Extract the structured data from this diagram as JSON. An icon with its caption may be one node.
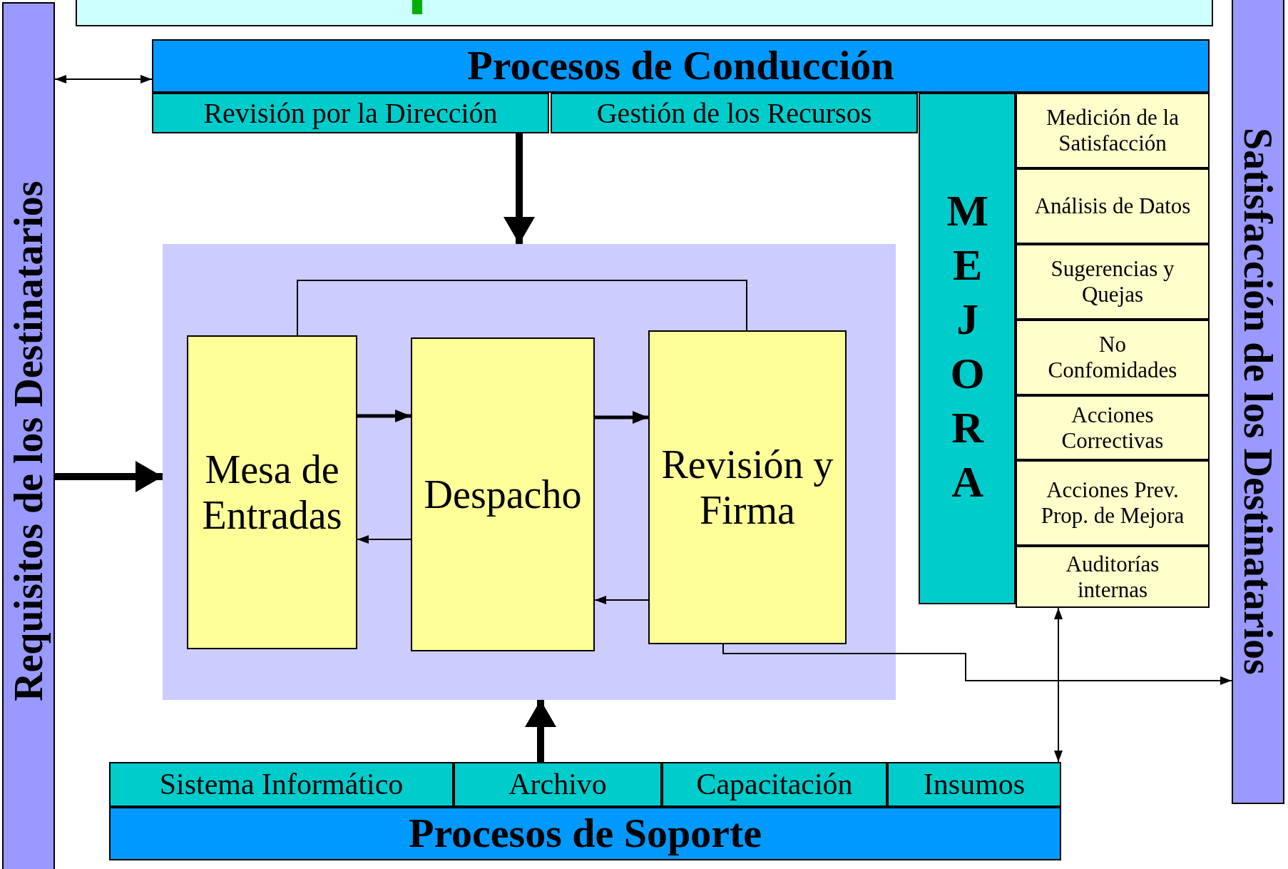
{
  "diagram": {
    "nodes": [
      {
        "text": [],
        "shape": "box"
      },
      {
        "text": [
          "Requisitos de los Destinatarios"
        ]
      },
      {
        "text": [
          "Procesos de Conducción"
        ]
      },
      {
        "text": [
          "Revisión por la Dirección"
        ]
      },
      {
        "text": [
          "Gestión de los Recursos"
        ]
      },
      {
        "text": [
          "MEJORA"
        ]
      },
      {
        "text": [
          "Medición de la Satisfacción"
        ]
      },
      {
        "text": [
          "Análisis de Datos"
        ]
      },
      {
        "text": [
          "Sugerencias y Quejas"
        ]
      },
      {
        "text": [
          "No Confomidades"
        ]
      },
      {
        "text": [
          "Acciones Correctivas"
        ]
      },
      {
        "text": [
          "Acciones Prev. Prop. de Mejora"
        ]
      },
      {
        "text": [
          "Auditorías internas"
        ]
      },
      {
        "text": [
          "Satisfacción de los Destinatarios"
        ]
      },
      {
        "text": [],
        "shape": "box"
      },
      {
        "text": [
          "Mesa de Entradas"
        ],
        "in": 14
      },
      {
        "text": [
          "Despacho"
        ],
        "in": 14
      },
      {
        "text": [
          "Revisión y Firma"
        ],
        "in": 14
      },
      {
        "text": [
          "Sistema  Informático"
        ]
      },
      {
        "text": [
          "Archivo"
        ]
      },
      {
        "text": [
          "Capacitación"
        ]
      },
      {
        "text": [
          "Insumos"
        ]
      },
      {
        "text": [
          "Procesos de Soporte"
        ]
      }
    ],
    "edges": [
      {
        "from": 1,
        "to": 2,
        "arrow": "both"
      },
      {
        "from": 3,
        "to": 14,
        "arrow": "to",
        "style": "thick"
      },
      {
        "from": 1,
        "to": 14,
        "arrow": "to",
        "style": "thick"
      },
      {
        "from": 19,
        "to": 14,
        "arrow": "to",
        "style": "thick"
      },
      {
        "from": 15,
        "to": 16,
        "arrow": "to",
        "style": "thick"
      },
      {
        "from": 16,
        "to": 15,
        "arrow": "to"
      },
      {
        "from": 16,
        "to": 17,
        "arrow": "to",
        "style": "thick"
      },
      {
        "from": 17,
        "to": 16,
        "arrow": "to"
      },
      {
        "from": 15,
        "to": 17,
        "arrow": "none"
      },
      {
        "from": 17,
        "to": 13,
        "arrow": "to"
      },
      {
        "from": 12,
        "to": 21,
        "arrow": "both"
      }
    ]
  }
}
